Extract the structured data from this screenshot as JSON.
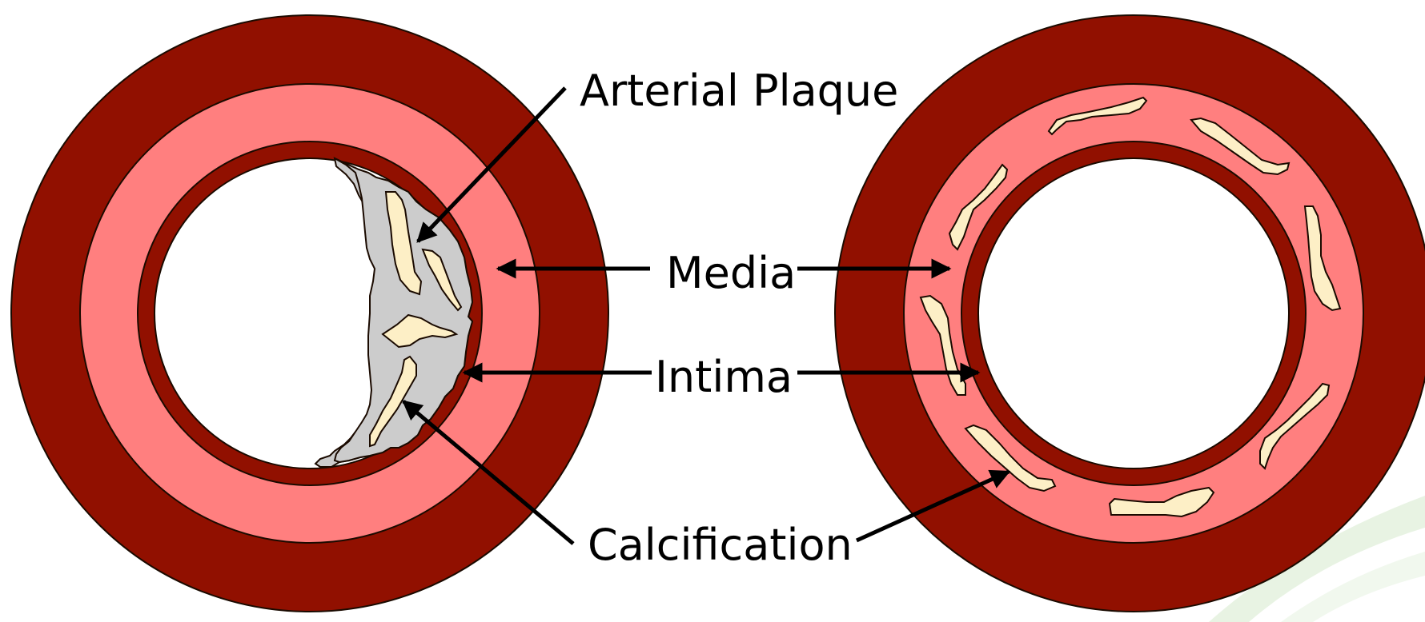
{
  "labels": {
    "arterial_plaque": "Arterial Plaque",
    "media": "Media",
    "intima": "Intima",
    "calcification": "Calcification"
  },
  "colors": {
    "adventitia": "#911000",
    "media": "#ff7f7f",
    "plaque": "#cccccc",
    "calcium": "#fdefc6",
    "outline": "#1a0a00",
    "watermark": "#e8f3e3"
  }
}
